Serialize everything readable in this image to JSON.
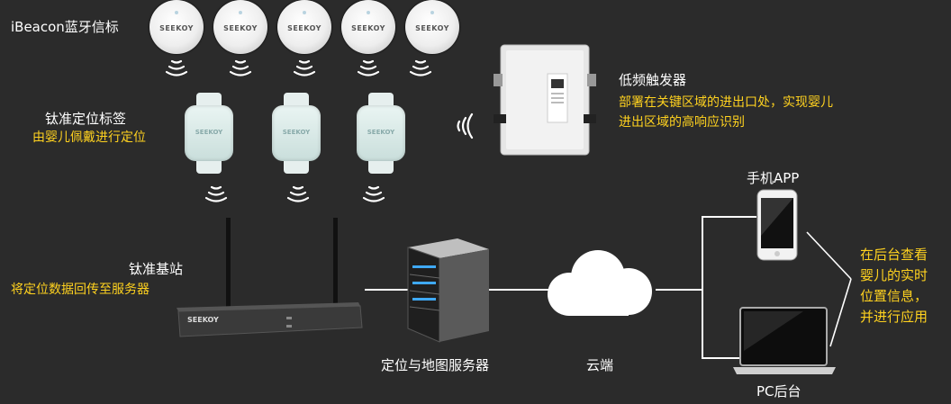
{
  "labels": {
    "ibeacon_title": "iBeacon蓝牙信标",
    "tag_title": "钛准定位标签",
    "tag_desc": "由婴儿佩戴进行定位",
    "trigger_title": "低频触发器",
    "trigger_desc_1": "部署在关键区域的进出口处，实现婴儿",
    "trigger_desc_2": "进出区域的高响应识别",
    "base_title": "钛准基站",
    "base_desc": "将定位数据回传至服务器",
    "server_label": "定位与地图服务器",
    "cloud_label": "云端",
    "phone_label": "手机APP",
    "pc_label": "PC后台",
    "result_1": "在后台查看",
    "result_2": "婴儿的实时",
    "result_3": "位置信息，",
    "result_4": "并进行应用"
  },
  "devices": {
    "brand": "SEEKOY"
  },
  "colors": {
    "background": "#2b2b2b",
    "highlight": "#ffd21f",
    "text": "#ffffff",
    "line": "#ffffff"
  }
}
